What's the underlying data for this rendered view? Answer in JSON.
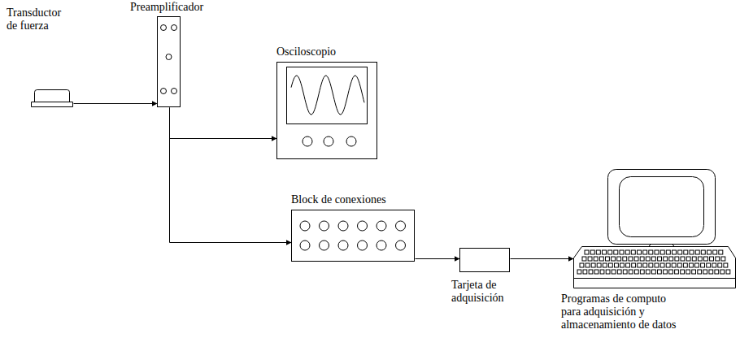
{
  "diagram": {
    "nodes": [
      {
        "text": [
          "Transductor de fuerza"
        ]
      },
      {
        "text": [
          "Preamplificador"
        ]
      },
      {
        "text": [
          "Osciloscopio"
        ]
      },
      {
        "text": [
          "Block de conexiones"
        ]
      },
      {
        "text": [
          "Tarjeta de adquisición"
        ]
      },
      {
        "text": [
          "Programas de computo para adquisición y almacenamiento de datos"
        ]
      }
    ],
    "edges": [
      {
        "from": 0,
        "to": 1,
        "arrow": "to"
      },
      {
        "from": 1,
        "to": 2,
        "arrow": "to"
      },
      {
        "from": 1,
        "to": 3,
        "arrow": "to"
      },
      {
        "from": 3,
        "to": 4,
        "arrow": "to"
      },
      {
        "from": 4,
        "to": 5,
        "arrow": "to"
      }
    ]
  }
}
